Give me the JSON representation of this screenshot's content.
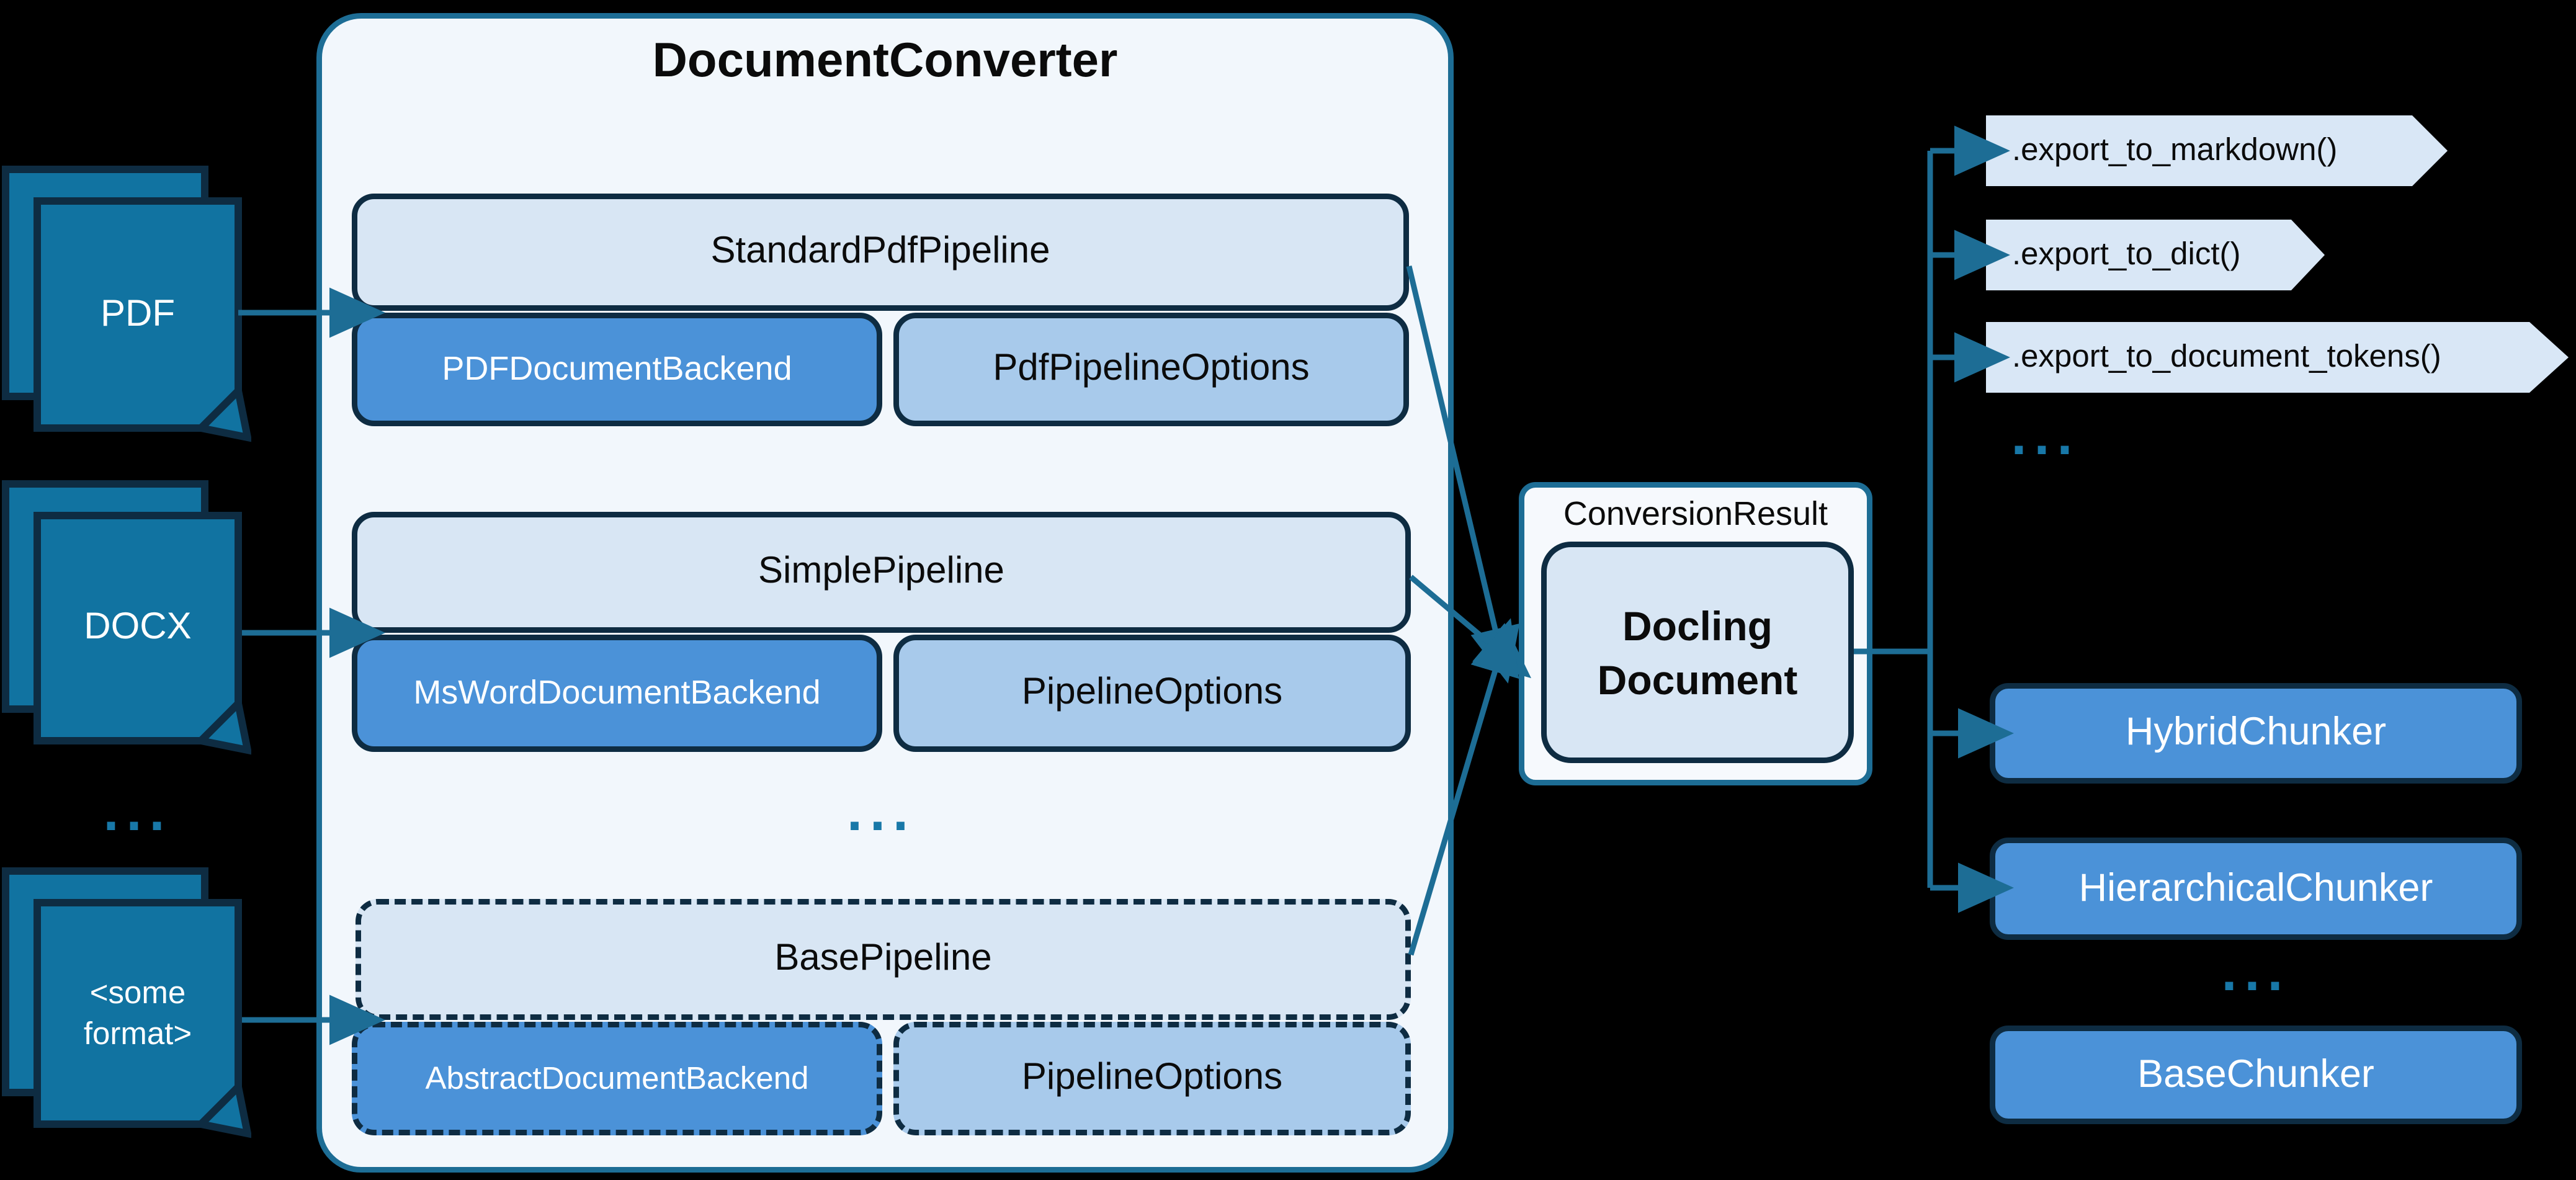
{
  "diagram": {
    "background": "#000000",
    "accent_teal": "#1d6d95",
    "dark_border": "#0e2c42",
    "light_blue_fill": "#d8e6f4",
    "medium_blue_fill": "#4b92d8",
    "pale_blue_fill": "#a8caeb",
    "icon_fill": "#1173a1"
  },
  "sources": {
    "pdf_label": "PDF",
    "docx_label": "DOCX",
    "some_format_line1": "<some",
    "some_format_line2": "format>",
    "ellipsis": "..."
  },
  "converter": {
    "title": "DocumentConverter",
    "rows": [
      {
        "pipeline": "StandardPdfPipeline",
        "backend": "PDFDocumentBackend",
        "options": "PdfPipelineOptions"
      },
      {
        "pipeline": "SimplePipeline",
        "backend": "MsWordDocumentBackend",
        "options": "PipelineOptions"
      },
      {
        "pipeline": "BasePipeline",
        "backend": "AbstractDocumentBackend",
        "options": "PipelineOptions"
      }
    ],
    "ellipsis": "..."
  },
  "result": {
    "label": "ConversionResult",
    "document_line1": "Docling",
    "document_line2": "Document"
  },
  "exports": {
    "items": [
      ".export_to_markdown()",
      ".export_to_dict()",
      ".export_to_document_tokens()"
    ],
    "ellipsis": "..."
  },
  "chunkers": {
    "items": [
      "HybridChunker",
      "HierarchicalChunker"
    ],
    "ellipsis": "...",
    "base": "BaseChunker"
  }
}
